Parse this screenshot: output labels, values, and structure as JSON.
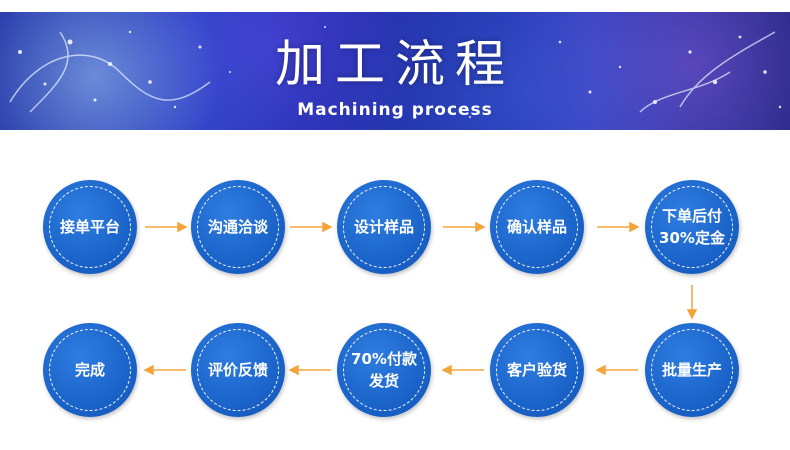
{
  "banner": {
    "title": "加工流程",
    "subtitle": "Machining process"
  },
  "colors": {
    "banner_blue": "#1f2ea6",
    "step_blue": "#1a63c9",
    "arrow_orange": "#f5a33b"
  },
  "steps": [
    {
      "line1": "接单平台",
      "line2": ""
    },
    {
      "line1": "沟通洽谈",
      "line2": ""
    },
    {
      "line1": "设计样品",
      "line2": ""
    },
    {
      "line1": "确认样品",
      "line2": ""
    },
    {
      "line1": "下单后付",
      "line2": "30%定金"
    },
    {
      "line1": "批量生产",
      "line2": ""
    },
    {
      "line1": "客户验货",
      "line2": ""
    },
    {
      "line1": "70%付款",
      "line2": "发货"
    },
    {
      "line1": "评价反馈",
      "line2": ""
    },
    {
      "line1": "完成",
      "line2": ""
    }
  ]
}
